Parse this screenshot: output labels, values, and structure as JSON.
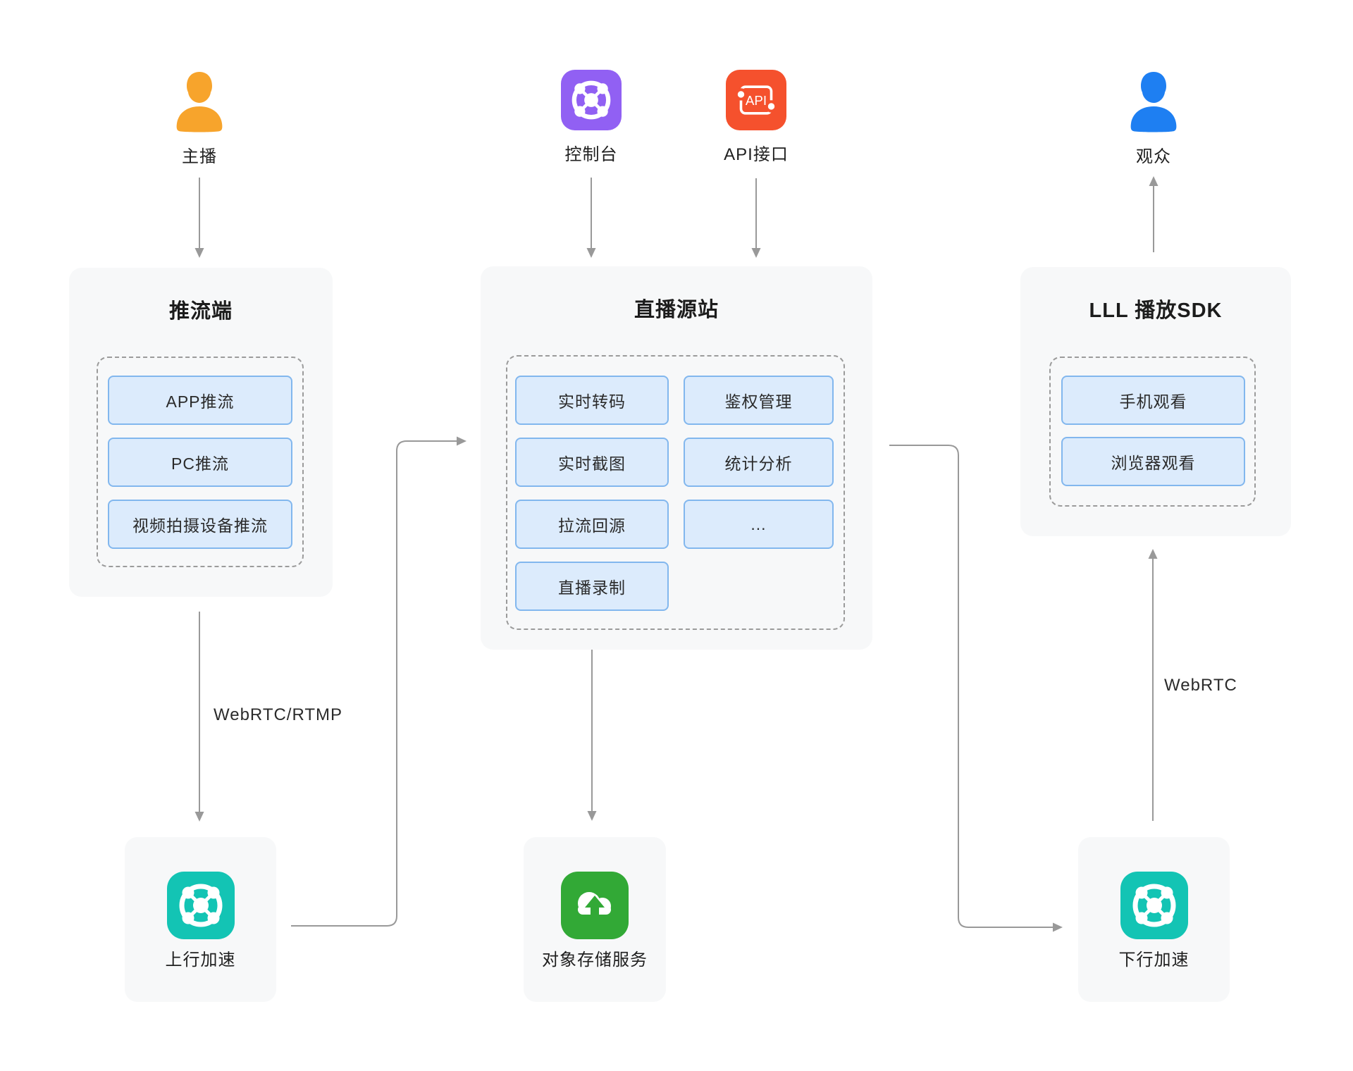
{
  "diagram": {
    "description": "live streaming architecture diagram"
  },
  "actors": {
    "host": {
      "label": "主播",
      "color": "#f7a42c"
    },
    "console": {
      "label": "控制台",
      "color": "#9160f3"
    },
    "api": {
      "label": "API接口",
      "badge": "API",
      "color": "#f5512d"
    },
    "viewer": {
      "label": "观众",
      "color": "#1e7ff2"
    }
  },
  "boxes": {
    "push": {
      "title": "推流端",
      "items": [
        "APP推流",
        "PC推流",
        "视频拍摄设备推流"
      ]
    },
    "origin": {
      "title": "直播源站",
      "items_left": [
        "实时转码",
        "实时截图",
        "拉流回源",
        "直播录制"
      ],
      "items_right": [
        "鉴权管理",
        "统计分析",
        "..."
      ]
    },
    "play": {
      "title": "LLL 播放SDK",
      "items": [
        "手机观看",
        "浏览器观看"
      ]
    }
  },
  "services": {
    "uplink": {
      "label": "上行加速",
      "color": "#13c4b4"
    },
    "storage": {
      "label": "对象存储服务",
      "color": "#32a936"
    },
    "downlink": {
      "label": "下行加速",
      "color": "#13c4b4"
    }
  },
  "edges": {
    "push_protocol": "WebRTC/RTMP",
    "play_protocol": "WebRTC"
  },
  "colors": {
    "panel_bg": "#f7f8f9",
    "item_bg": "#dcebfc",
    "item_border": "#82b7ee",
    "dashed_border": "#9b9b9b",
    "connector": "#999999",
    "text": "#1f1f1f"
  }
}
